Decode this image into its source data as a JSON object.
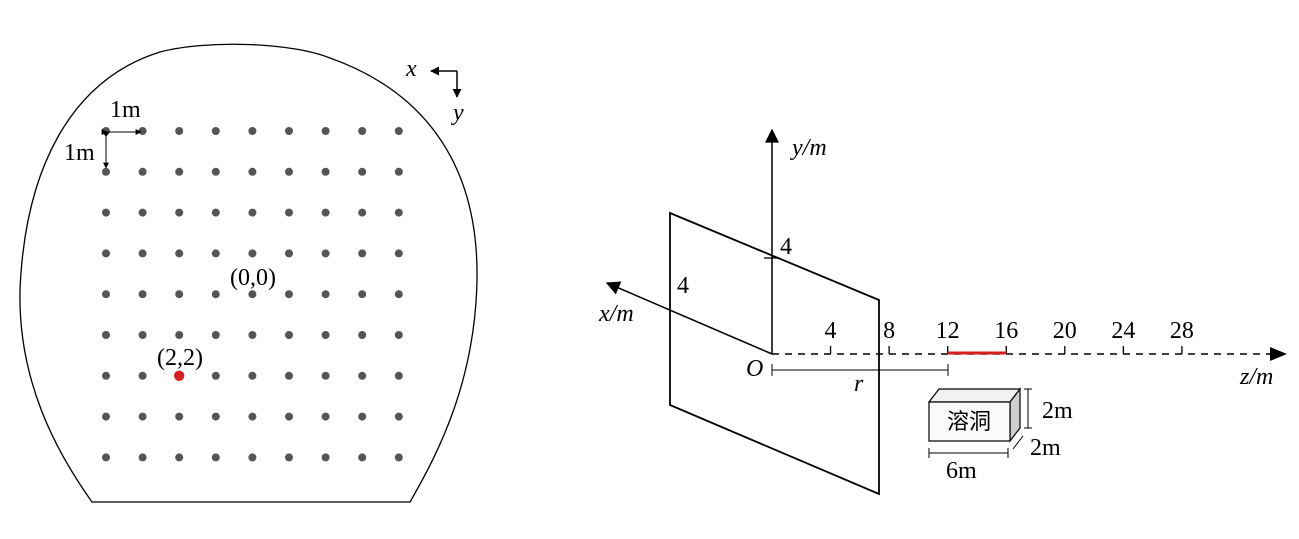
{
  "left_panel": {
    "dot_grid": {
      "cols": 9,
      "rows": 9,
      "spacing_m": 1,
      "dot_color": "#555555"
    },
    "spacing_label_x": "1m",
    "spacing_label_y": "1m",
    "origin_label": "(0,0)",
    "highlight_label": "(2,2)",
    "highlight_color": "#d42020",
    "axis_x_label": "x",
    "axis_y_label": "y"
  },
  "right_panel": {
    "y_axis_label": "y/m",
    "x_axis_label": "x/m",
    "z_axis_label": "z/m",
    "origin_label": "O",
    "y_tick_label": "4",
    "x_tick_label": "4",
    "z_ticks": [
      "4",
      "8",
      "12",
      "16",
      "20",
      "24",
      "28"
    ],
    "r_label": "r",
    "highlight_segment_m": [
      12,
      16
    ],
    "highlight_color": "#d42020",
    "cavity": {
      "name": "溶洞",
      "height_label": "2m",
      "depth_label": "2m",
      "length_label": "6m"
    }
  }
}
